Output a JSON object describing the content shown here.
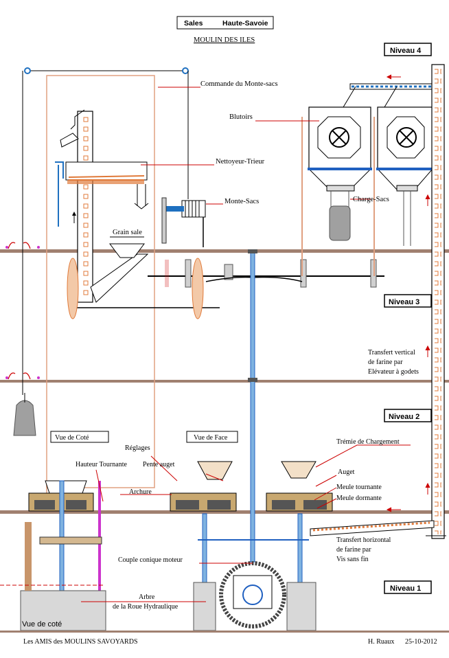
{
  "header": {
    "region": "Sales",
    "department": "Haute-Savoie",
    "mill_name": "MOULIN  DES  ILES"
  },
  "levels": {
    "level4": "Niveau  4",
    "level3": "Niveau  3",
    "level2": "Niveau  2",
    "level1": "Niveau  1"
  },
  "labels": {
    "commande_monte_sacs": "Commande du Monte-sacs",
    "blutoirs": "Blutoirs",
    "nettoyeur_trieur": "Nettoyeur-Trieur",
    "monte_sacs": "Monte-Sacs",
    "charge_sacs": "Charge-Sacs",
    "grain_sale": "Grain sale",
    "transfert_vertical_1": "Transfert vertical",
    "transfert_vertical_2": "de farine  par",
    "transfert_vertical_3": "Elévateur à godets",
    "vue_de_cote": "Vue de Coté",
    "vue_de_face": "Vue de Face",
    "reglages": "Réglages",
    "hauteur_tournante": "Hauteur Tournante",
    "pente_auget": "Pente auget",
    "archure": "Archure",
    "tremie_chargement": "Trémie de Chargement",
    "auget": "Auget",
    "meule_tournante": "Meule tournante",
    "meule_dormante": "Meule dormante",
    "transfert_horizontal_1": "Transfert horizontal",
    "transfert_horizontal_2": "de farine par",
    "transfert_horizontal_3": "Vis sans fin",
    "couple_conique": "Couple conique moteur",
    "arbre_1": "Arbre",
    "arbre_2": "de la Roue Hydraulique",
    "vue_de_cote_bottom": "Vue de coté"
  },
  "footer": {
    "association": "Les AMIS des MOULINS  SAVOYARDS",
    "author": "H. Ruaux",
    "date": "25-10-2012"
  },
  "colors": {
    "floor": "#a08070",
    "belt": "#e0a080",
    "annotation": "#cc0000",
    "shaft_blue": "#2060c0",
    "hopper_gray": "#a0a0a0",
    "drive_pink": "#cc33cc",
    "grain_blue": "#1e70c0"
  }
}
